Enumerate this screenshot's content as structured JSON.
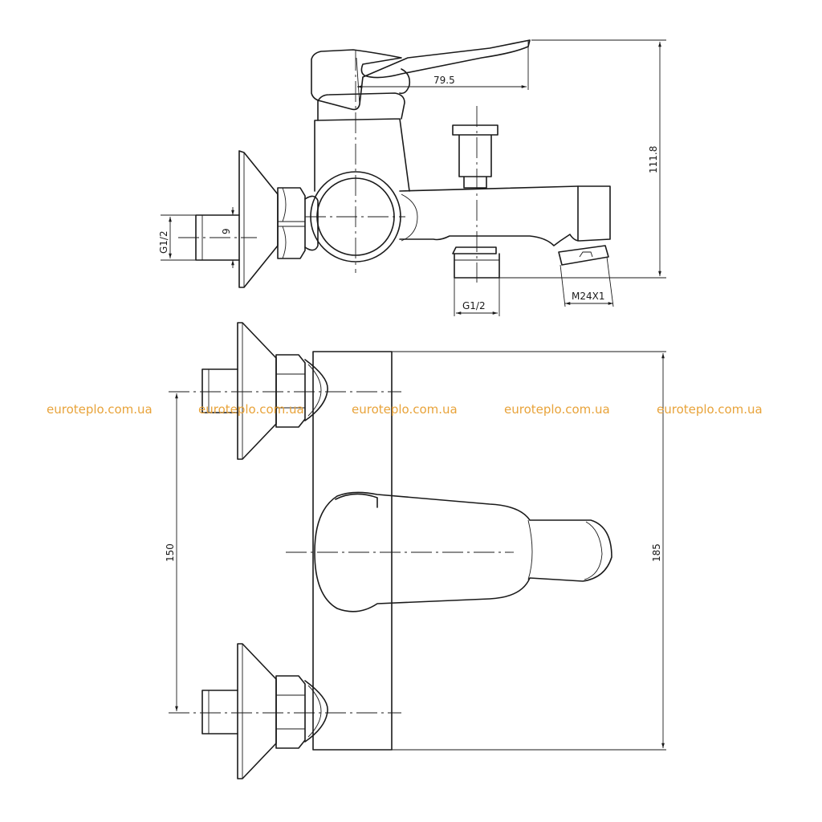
{
  "watermark": {
    "text": "euroteplo.com.ua",
    "color": "#e8a33a"
  },
  "side_view": {
    "dim_handle_length": "79.5",
    "dim_height": "111.8",
    "dim_inlet_thread": "G1/2",
    "dim_inlet_depth": "9",
    "dim_outlet_thread": "G1/2",
    "dim_spout_thread": "M24X1"
  },
  "front_view": {
    "dim_inlet_spacing": "150",
    "dim_body_height": "185"
  }
}
